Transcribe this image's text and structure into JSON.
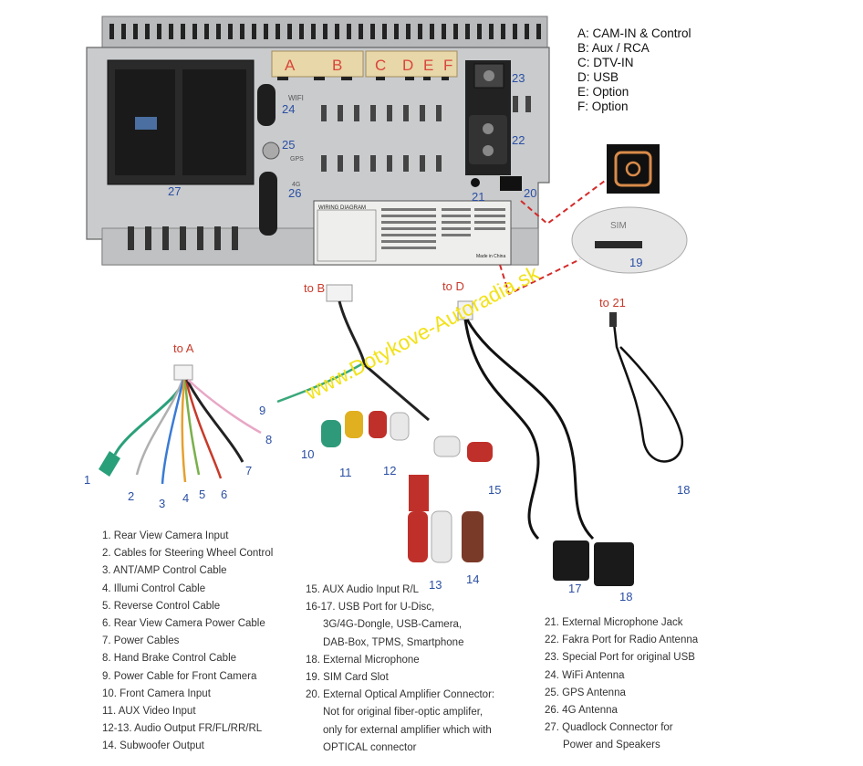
{
  "legend": [
    "A: CAM-IN & Control",
    "B: Aux / RCA",
    "C: DTV-IN",
    "D: USB",
    "E: Option",
    "F: Option"
  ],
  "port_letters": [
    "A",
    "B",
    "C",
    "D",
    "E",
    "F"
  ],
  "unit_callouts": {
    "n20": "20",
    "n21": "21",
    "n22": "22",
    "n23": "23",
    "n24": "24",
    "n25": "25",
    "n26": "26",
    "n27": "27",
    "n19": "19"
  },
  "unit_labels": {
    "wiring_diagram": "WIRING DIAGRAM",
    "wifi": "WIFI",
    "gps": "GPS",
    "g4": "4G",
    "sim": "SIM",
    "made_in": "Made in China"
  },
  "cable_callouts": {
    "to_a": "to A",
    "to_b": "to B",
    "to_d": "to D",
    "to_21": "to 21",
    "c1": "1",
    "c2": "2",
    "c3": "3",
    "c4": "4",
    "c5": "5",
    "c6": "6",
    "c7": "7",
    "c8": "8",
    "c9": "9",
    "c10": "10",
    "c11": "11",
    "c12": "12",
    "c13": "13",
    "c14": "14",
    "c15": "15",
    "c17": "17",
    "c18a": "18",
    "c18b": "18"
  },
  "watermark": "www.Dotykove-Autoradia.sk",
  "list_left": [
    "1. Rear View Camera Input",
    "2. Cables for Steering Wheel Control",
    "3. ANT/AMP Control Cable",
    "4. Illumi Control Cable",
    "5. Reverse Control Cable",
    "6. Rear View Camera Power Cable",
    "7. Power Cables",
    "8. Hand Brake Control Cable",
    "9. Power Cable for Front Camera",
    "10. Front Camera Input",
    "11. AUX Video Input",
    "12-13. Audio Output FR/FL/RR/RL",
    "14. Subwoofer Output"
  ],
  "list_middle": [
    "15. AUX Audio Input R/L",
    "16-17. USB Port for U-Disc,",
    "3G/4G-Dongle, USB-Camera,",
    "DAB-Box, TPMS, Smartphone",
    "18. External Microphone",
    "19. SIM Card Slot",
    "20. External Optical Amplifier Connector:",
    "Not for original fiber-optic amplifer,",
    "only for external amplifier which with",
    "OPTICAL connector"
  ],
  "list_right": [
    "21. External Microphone Jack",
    "22. Fakra Port for Radio Antenna",
    "23. Special Port for original USB",
    "24. WiFi Antenna",
    "25. GPS Antenna",
    "26. 4G Antenna",
    "27. Quadlock Connector for",
    "Power and Speakers"
  ],
  "colors": {
    "chassis": "#c9cbcd",
    "callout_blue": "#2b4fa3",
    "port_red": "#d9453a",
    "dashed_red": "#d42a2a",
    "watermark": "#f2e21a",
    "rca_red": "#c0302a",
    "rca_white": "#e8e8e8",
    "rca_yellow": "#e0b020",
    "rca_green": "#2f9a7a",
    "rca_brown": "#7a3a28"
  }
}
